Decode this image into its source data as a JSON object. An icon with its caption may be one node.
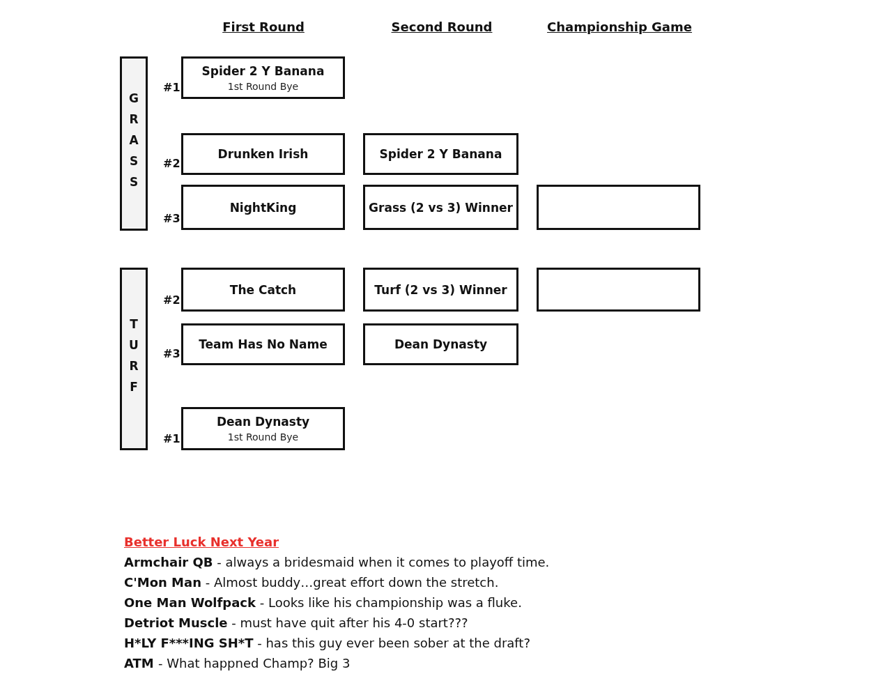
{
  "diagram": {
    "nodes": [
      {
        "text": [
          "GRASS"
        ]
      },
      {
        "text": [
          "Spider 2 Y Banana",
          "1st Round Bye"
        ],
        "beside": [
          "#1"
        ]
      },
      {
        "text": [
          "Drunken Irish"
        ],
        "beside": [
          "#2"
        ]
      },
      {
        "text": [
          "Spider 2 Y Banana"
        ]
      },
      {
        "text": [
          "NightKing"
        ],
        "beside": [
          "#3"
        ]
      },
      {
        "text": [
          "Grass (2 vs 3) Winner"
        ]
      },
      {
        "text": [],
        "shape": "box"
      },
      {
        "text": [
          "TURF"
        ]
      },
      {
        "text": [
          "The Catch"
        ],
        "beside": [
          "#2"
        ]
      },
      {
        "text": [
          "Turf (2 vs 3) Winner"
        ]
      },
      {
        "text": [],
        "shape": "box"
      },
      {
        "text": [
          "Team Has No Name"
        ],
        "beside": [
          "#3"
        ]
      },
      {
        "text": [
          "Dean Dynasty"
        ]
      },
      {
        "text": [
          "Dean Dynasty",
          "1st Round Bye"
        ],
        "beside": [
          "#1"
        ]
      }
    ],
    "edges": [],
    "labels": [
      "First Round",
      "Second Round",
      "Championship Game",
      "Better Luck Next Year",
      "Armchair QB - always a bridesmaid when it comes to playoff time.",
      "C'Mon Man - Almost buddy…great effort down the stretch.",
      "One Man Wolfpack - Looks like his championship was a fluke.",
      "Detriot Muscle - must have quit after his 4-0 start???",
      "H*LY F***ING SH*T - has this guy ever been sober at the draft?",
      "ATM  - What happned Champ? Big 3"
    ]
  }
}
